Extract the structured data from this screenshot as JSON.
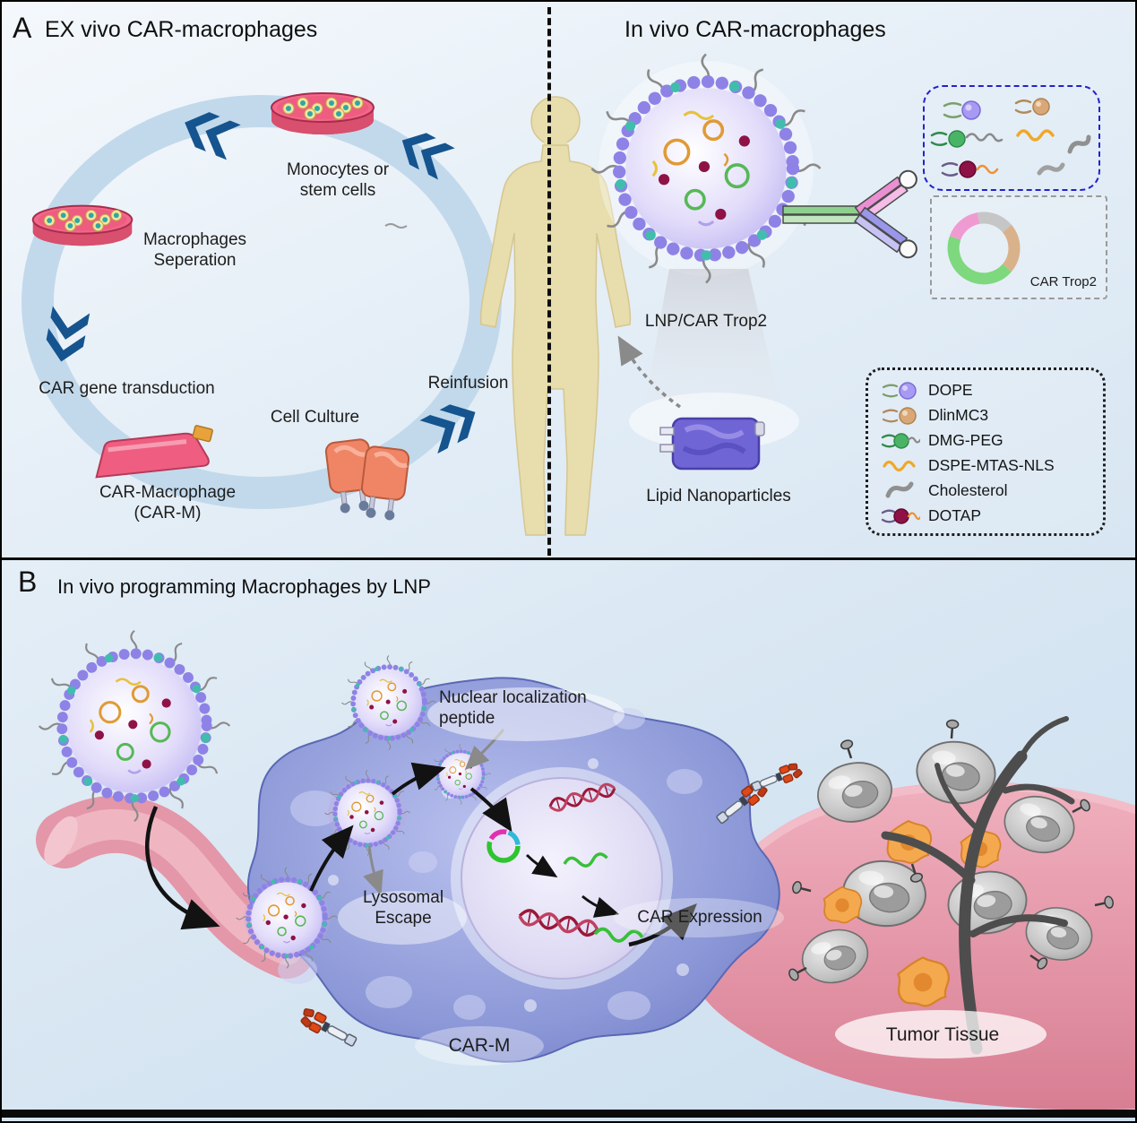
{
  "panel_a": {
    "letter": "A",
    "title_left": "EX vivo CAR-macrophages",
    "title_right": "In vivo CAR-macrophages",
    "cycle": {
      "monocytes": "Monocytes or stem cells",
      "separation": "Macrophages Seperation",
      "transduction": "CAR gene transduction",
      "car_macrophage": "CAR-Macrophage (CAR-M)",
      "cell_culture": "Cell Culture",
      "reinfusion": "Reinfusion"
    },
    "lnp_caption": "LNP/CAR Trop2",
    "bag_caption": "Lipid Nanoparticles",
    "plasmid_caption": "CAR Trop2",
    "components_box_icons": [
      "dope-icon",
      "dlinmc3-icon",
      "dmg-peg-icon",
      "dspe-mtas-nls-icon",
      "cholesterol-icon",
      "dotap-icon"
    ],
    "legend": {
      "items": [
        {
          "name": "DOPE",
          "icon": "dope-lipid-icon",
          "color": "#a79af2"
        },
        {
          "name": "DlinMC3",
          "icon": "dlinmc3-lipid-icon",
          "color": "#d8a878"
        },
        {
          "name": "DMG-PEG",
          "icon": "dmg-peg-lipid-icon",
          "color": "#49b465"
        },
        {
          "name": "DSPE-MTAS-NLS",
          "icon": "dspe-mtas-nls-icon",
          "color": "#f0a828"
        },
        {
          "name": "Cholesterol",
          "icon": "cholesterol-icon",
          "color": "#9a9a9a"
        },
        {
          "name": "DOTAP",
          "icon": "dotap-lipid-icon",
          "color": "#8e1245"
        }
      ]
    }
  },
  "panel_b": {
    "letter": "B",
    "title": "In vivo programming Macrophages by LNP",
    "labels": {
      "nuclear_peptide": "Nuclear localization peptide",
      "lysosomal_escape": "Lysosomal Escape",
      "car_expression": "CAR Expression",
      "car_m": "CAR-M",
      "tumor_tissue": "Tumor Tissue"
    }
  }
}
